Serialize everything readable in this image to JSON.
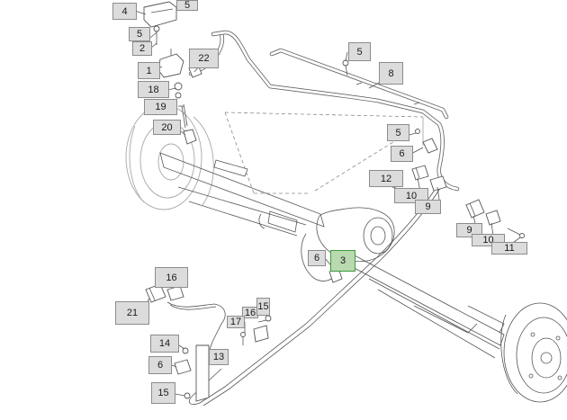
{
  "diagram": {
    "accent_color": "#3d9a3b",
    "highlight_fill": "#b9d9b0",
    "callout_fill": "#dcdcdc",
    "callouts": [
      {
        "id": "c-4",
        "label": "4"
      },
      {
        "id": "c-5a",
        "label": "5"
      },
      {
        "id": "c-5b",
        "label": "5"
      },
      {
        "id": "c-2",
        "label": "2"
      },
      {
        "id": "c-1",
        "label": "1"
      },
      {
        "id": "c-22",
        "label": "22"
      },
      {
        "id": "c-18",
        "label": "18"
      },
      {
        "id": "c-19",
        "label": "19"
      },
      {
        "id": "c-20",
        "label": "20"
      },
      {
        "id": "c-5c",
        "label": "5"
      },
      {
        "id": "c-8",
        "label": "8"
      },
      {
        "id": "c-5d",
        "label": "5"
      },
      {
        "id": "c-6a",
        "label": "6"
      },
      {
        "id": "c-12",
        "label": "12"
      },
      {
        "id": "c-10a",
        "label": "10"
      },
      {
        "id": "c-9a",
        "label": "9"
      },
      {
        "id": "c-9b",
        "label": "9"
      },
      {
        "id": "c-10b",
        "label": "10"
      },
      {
        "id": "c-11",
        "label": "11"
      },
      {
        "id": "c-6b",
        "label": "6"
      },
      {
        "id": "c-3",
        "label": "3",
        "selected": true
      },
      {
        "id": "c-16a",
        "label": "16"
      },
      {
        "id": "c-21",
        "label": "21"
      },
      {
        "id": "c-16b",
        "label": "16"
      },
      {
        "id": "c-15a",
        "label": "15"
      },
      {
        "id": "c-17",
        "label": "17"
      },
      {
        "id": "c-14",
        "label": "14"
      },
      {
        "id": "c-13",
        "label": "13"
      },
      {
        "id": "c-6c",
        "label": "6"
      },
      {
        "id": "c-15b",
        "label": "15"
      }
    ]
  }
}
